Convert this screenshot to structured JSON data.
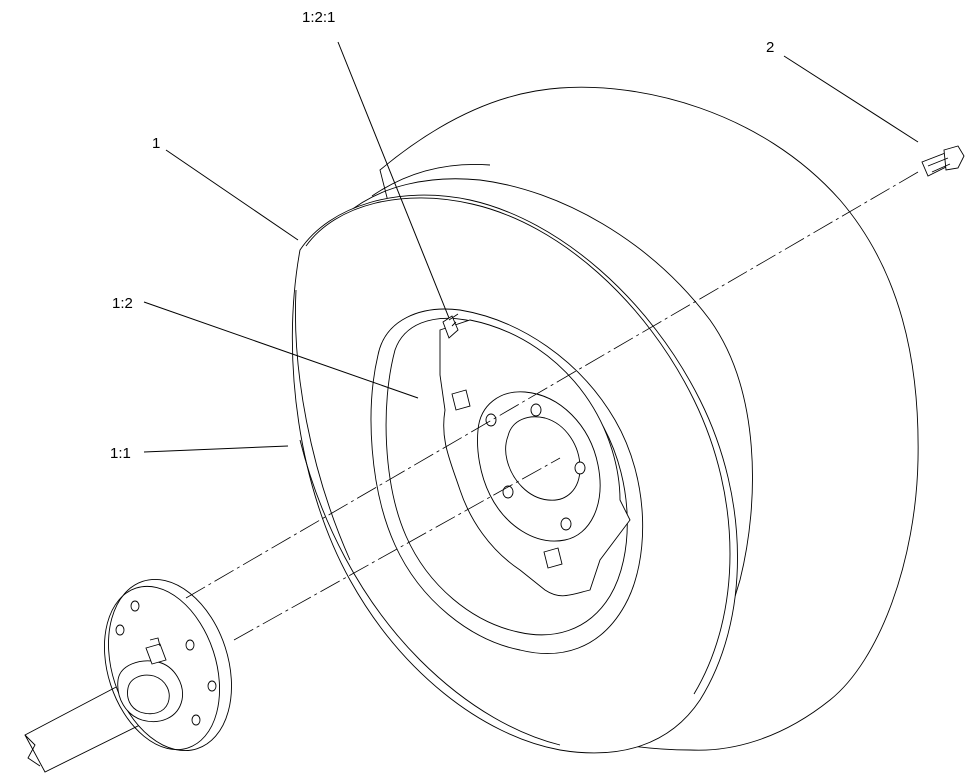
{
  "callouts": [
    {
      "id": "wheel",
      "text": "1"
    },
    {
      "id": "valve",
      "text": "1:2:1"
    },
    {
      "id": "rim",
      "text": "1:2"
    },
    {
      "id": "tire",
      "text": "1:1"
    },
    {
      "id": "bolt",
      "text": "2"
    }
  ]
}
